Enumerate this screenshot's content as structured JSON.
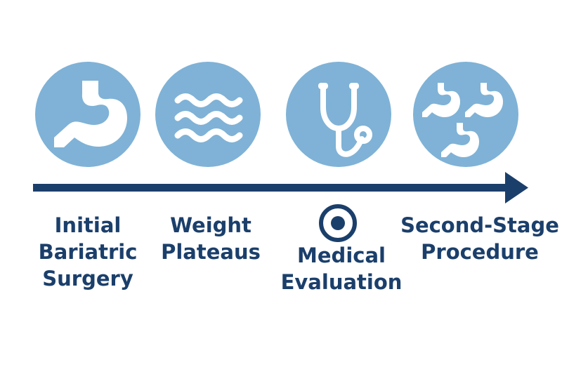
{
  "steps": [
    {
      "id": "initial",
      "icon": "stomach-icon",
      "lines": [
        "Initial",
        "Bariatric",
        "Surgery"
      ]
    },
    {
      "id": "plateau",
      "icon": "waves-icon",
      "lines": [
        "Weight",
        "Plateaus"
      ]
    },
    {
      "id": "evaluation",
      "icon": "stethoscope-icon",
      "marker_icon": "target-icon",
      "lines": [
        "Medical",
        "Evaluation"
      ]
    },
    {
      "id": "second",
      "icon": "multiple-stomachs-icon",
      "lines": [
        "Second-Stage",
        "Procedure"
      ]
    }
  ],
  "colors": {
    "circle": "#7fb2d6",
    "navy": "#1b3f6b",
    "icon": "#ffffff",
    "background": "#ffffff"
  }
}
